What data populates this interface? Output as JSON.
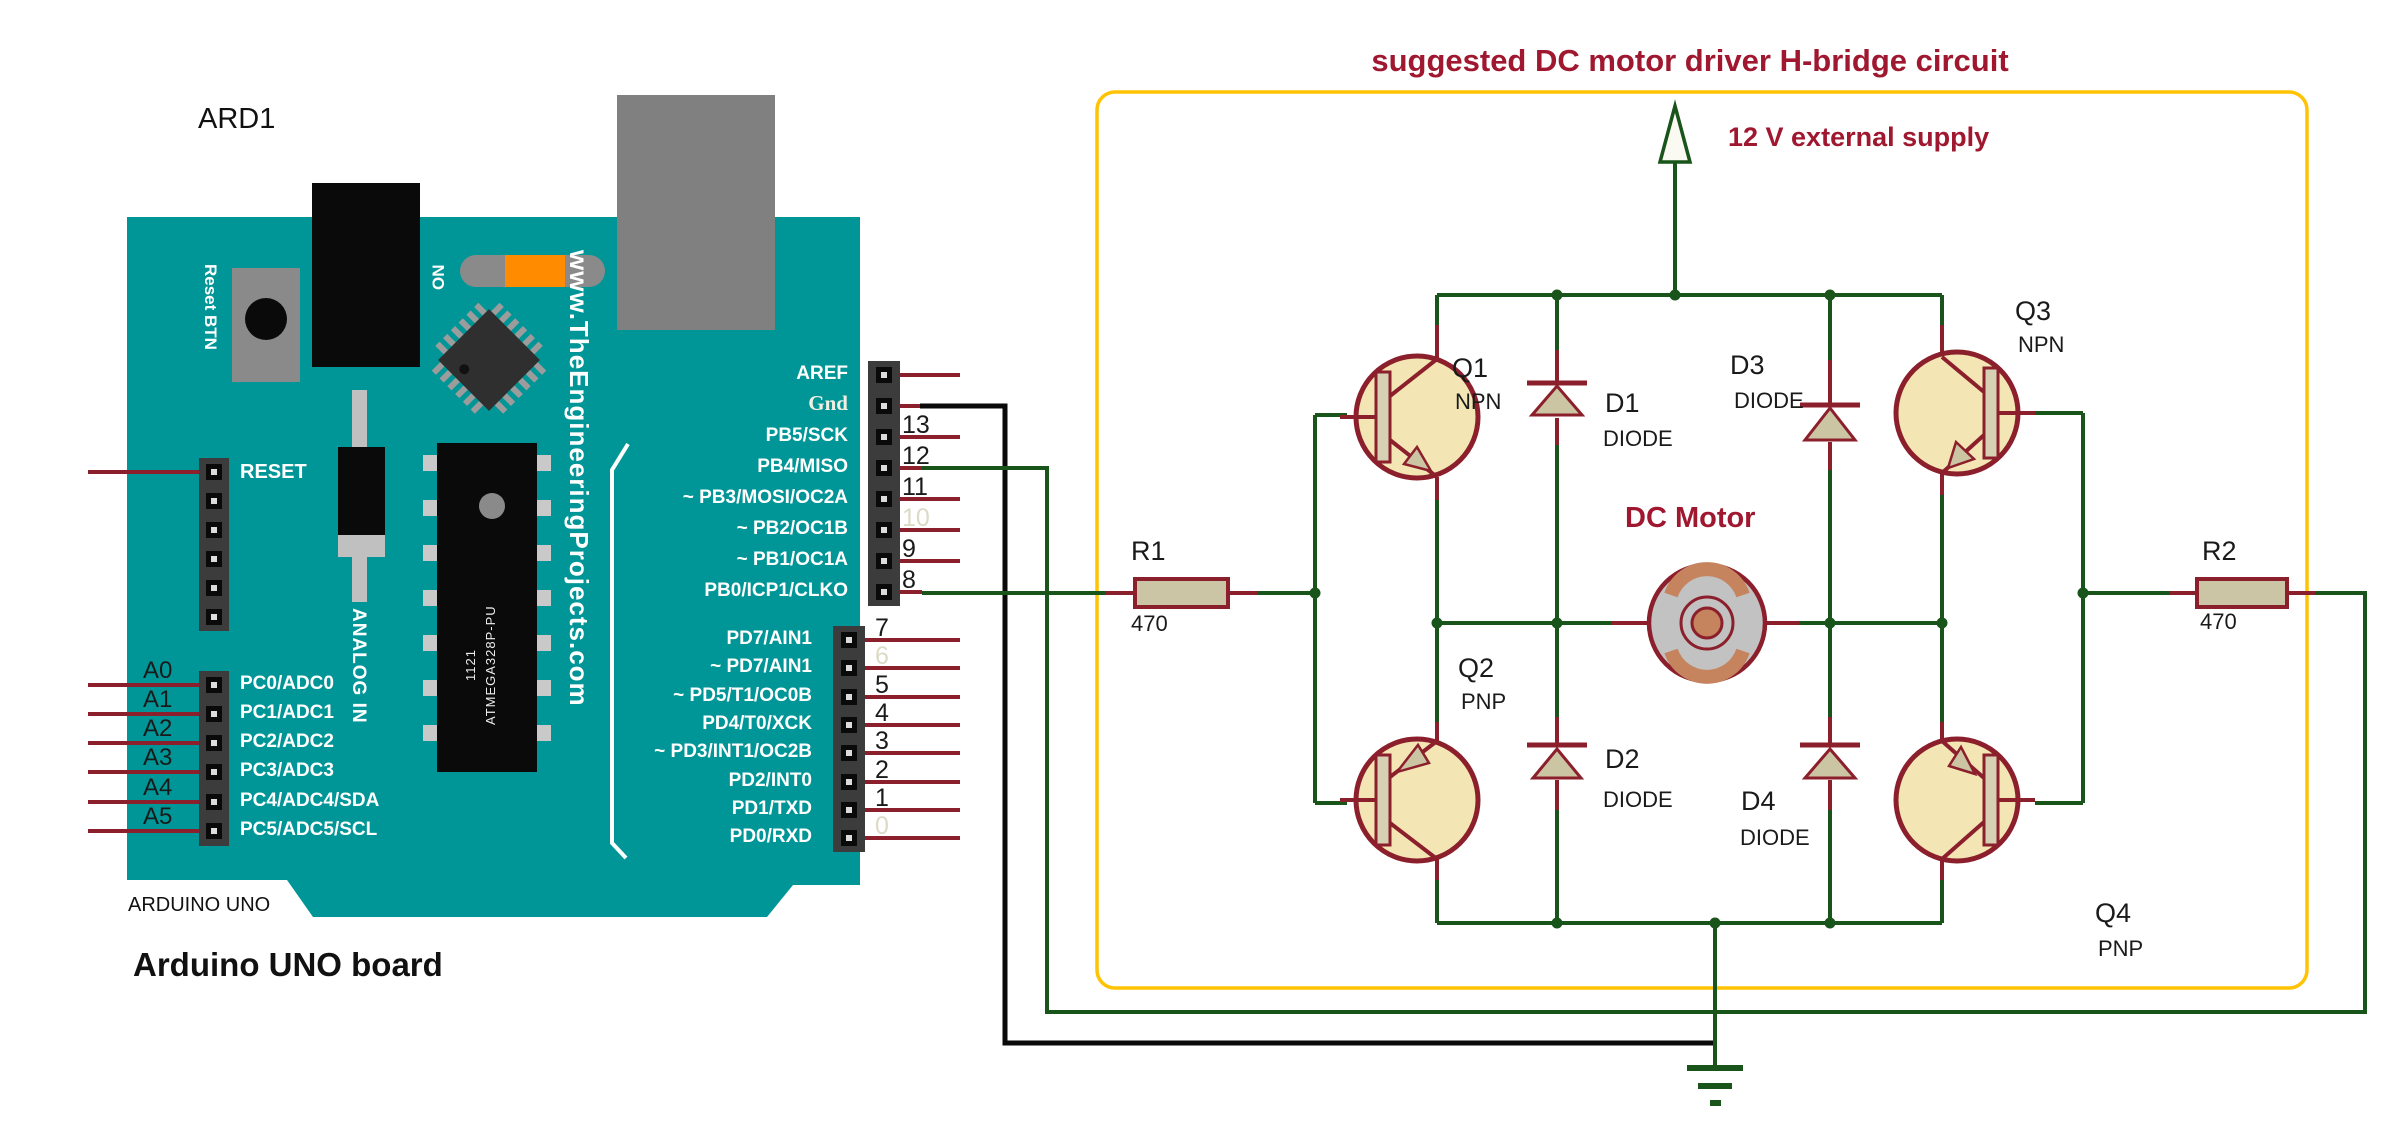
{
  "arduino": {
    "ref": "ARD1",
    "caption_small": "ARDUINO UNO",
    "caption_big": "Arduino UNO board",
    "reset_label": "RESET",
    "reset_btn": "Reset BTN",
    "on_led": "ON",
    "analog_in": "ANALOG IN",
    "website": "www.TheEngineeringProjects.com",
    "chip": {
      "line1": "1121",
      "line2": "ATMEGA328P-PU"
    },
    "analog_rows": [
      {
        "num": "A0",
        "label": "PC0/ADC0"
      },
      {
        "num": "A1",
        "label": "PC1/ADC1"
      },
      {
        "num": "A2",
        "label": "PC2/ADC2"
      },
      {
        "num": "A3",
        "label": "PC3/ADC3"
      },
      {
        "num": "A4",
        "label": "PC4/ADC4/SDA"
      },
      {
        "num": "A5",
        "label": "PC5/ADC5/SCL"
      }
    ],
    "top_pins": {
      "labels": [
        "AREF",
        "Gnd",
        "PB5/SCK",
        "PB4/MISO",
        "~ PB3/MOSI/OC2A",
        "~ PB2/OC1B",
        "~ PB1/OC1A",
        "PB0/ICP1/CLKO"
      ],
      "numbers": [
        "13",
        "12",
        "11",
        "10",
        "9",
        "8"
      ]
    },
    "bottom_pins": {
      "labels": [
        "PD7/AIN1",
        "~ PD7/AIN1",
        "~ PD5/T1/OC0B",
        "PD4/T0/XCK",
        "~ PD3/INT1/OC2B",
        "PD2/INT0",
        "PD1/TXD",
        "PD0/RXD"
      ],
      "numbers": [
        "7",
        "6",
        "5",
        "4",
        "3",
        "2",
        "1",
        "0"
      ]
    }
  },
  "hbridge": {
    "title": "suggested DC motor driver H-bridge circuit",
    "supply": "12 V external supply",
    "motor": "DC Motor",
    "q1": {
      "name": "Q1",
      "type": "NPN"
    },
    "q2": {
      "name": "Q2",
      "type": "PNP"
    },
    "q3": {
      "name": "Q3",
      "type": "NPN"
    },
    "q4": {
      "name": "Q4",
      "type": "PNP"
    },
    "d1": {
      "name": "D1",
      "type": "DIODE"
    },
    "d2": {
      "name": "D2",
      "type": "DIODE"
    },
    "d3": {
      "name": "D3",
      "type": "DIODE"
    },
    "d4": {
      "name": "D4",
      "type": "DIODE"
    },
    "r1": {
      "name": "R1",
      "value": "470"
    },
    "r2": {
      "name": "R2",
      "value": "470"
    }
  },
  "colors": {
    "board_teal": "#009697",
    "wire_green": "#19541B",
    "component_maroon": "#8C1F2C",
    "accent_darkred": "#A01830",
    "box_yellow": "#FFC303",
    "led_orange": "#FF8C00",
    "transistor_cream": "#F3E6B4"
  }
}
